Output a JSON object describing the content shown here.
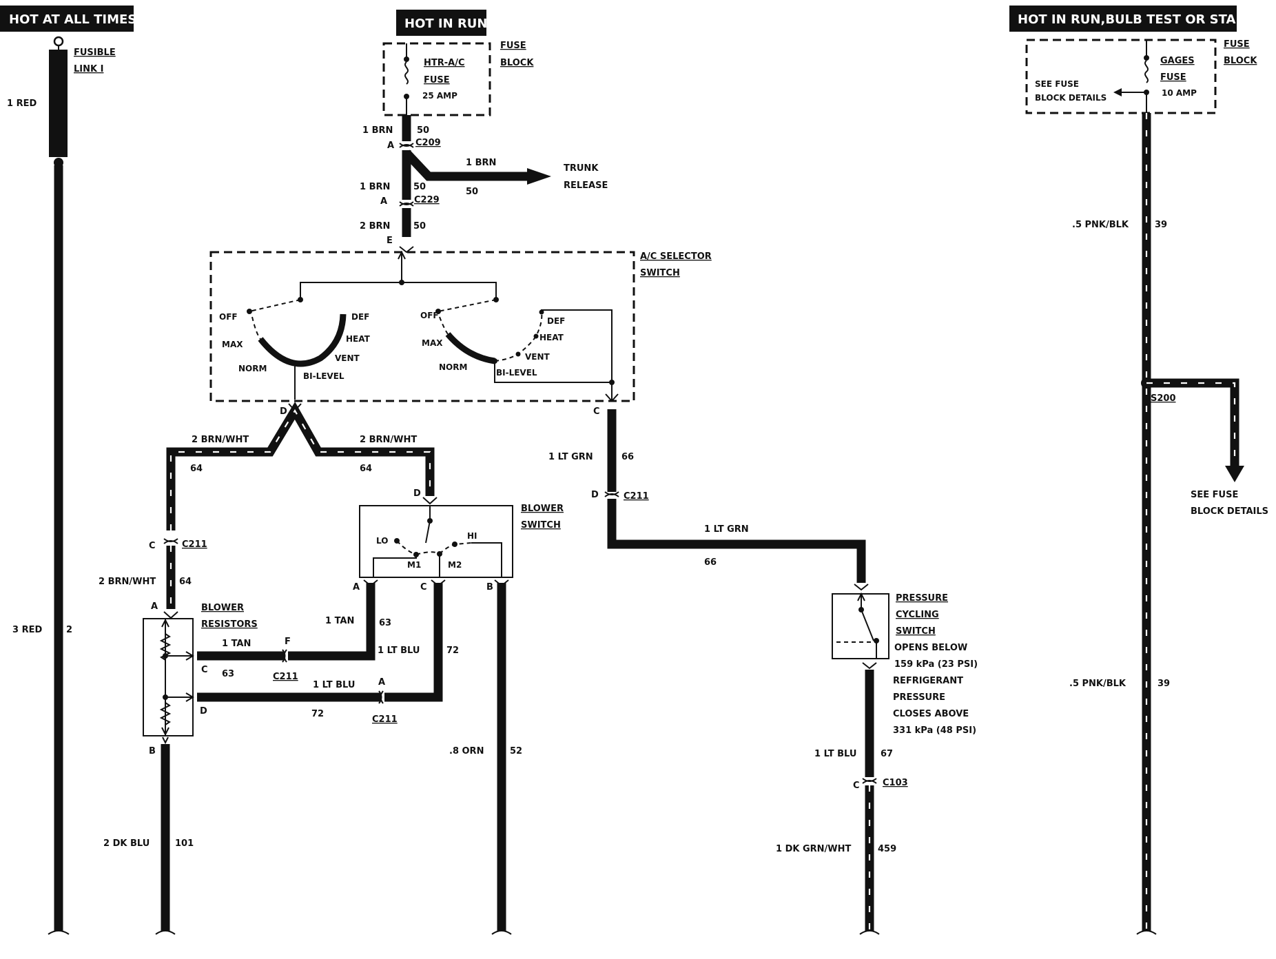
{
  "headers": {
    "hot_at_all_times": "HOT AT ALL TIMES",
    "hot_in_run": "HOT IN RUN",
    "hot_in_run_bulb": "HOT IN RUN,BULB TEST OR START"
  },
  "fusible_link": {
    "line1": "FUSIBLE",
    "line2": "LINK I"
  },
  "left_wire": {
    "top_label": "1 RED",
    "bottom_label": "3 RED",
    "circuit": "2"
  },
  "center_fuse": {
    "name1": "HTR-A/C",
    "name2": "FUSE",
    "rating": "25 AMP",
    "block1": "FUSE",
    "block2": "BLOCK"
  },
  "feed": {
    "w1": "1 BRN",
    "c1": "50",
    "pinA1": "A",
    "conn1": "C209",
    "branch": "1 BRN",
    "branch_circ": "50",
    "trunk1": "TRUNK",
    "trunk2": "RELEASE",
    "w2": "1 BRN",
    "c2": "50",
    "pinA2": "A",
    "conn2": "C229",
    "w3": "2 BRN",
    "c3": "50",
    "pinE": "E"
  },
  "ac_switch": {
    "title1": "A/C SELECTOR",
    "title2": "SWITCH",
    "off": "OFF",
    "max": "MAX",
    "norm": "NORM",
    "bilevel": "BI-LEVEL",
    "vent": "VENT",
    "heat": "HEAT",
    "def": "DEF",
    "pinD": "D",
    "pinC": "C"
  },
  "brnwht": {
    "left": "2 BRN/WHT",
    "left_circ": "64",
    "right": "2 BRN/WHT",
    "right_circ": "64"
  },
  "left_col": {
    "pinC": "C",
    "conn": "C211",
    "wire": "2 BRN/WHT",
    "circ": "64",
    "pinA": "A",
    "res1": "BLOWER",
    "res2": "RESISTORS",
    "pinB": "B",
    "bot_wire": "2 DK BLU",
    "bot_circ": "101"
  },
  "resistor_links": {
    "tan": "1 TAN",
    "pinF": "F",
    "pinC": "C",
    "tan_circ": "63",
    "conn_f": "C211",
    "ltblu": "1 LT BLU",
    "pinA": "A",
    "pinD": "D",
    "ltblu_circ": "72",
    "conn_a": "C211"
  },
  "blower_switch": {
    "title1": "BLOWER",
    "title2": "SWITCH",
    "pinD": "D",
    "lo": "LO",
    "hi": "HI",
    "m1": "M1",
    "m2": "M2",
    "pinA": "A",
    "pinC": "C",
    "pinB": "B"
  },
  "blower_out": {
    "tan": "1 TAN",
    "tan_circ": "63",
    "ltblu": "1 LT BLU",
    "ltblu_circ": "72",
    "orn": ".8 ORN",
    "orn_circ": "52"
  },
  "ltgrn": {
    "w1": "1 LT GRN",
    "c1": "66",
    "pinD": "D",
    "conn": "C211",
    "w2": "1 LT GRN",
    "c2": "66"
  },
  "pressure": {
    "title1": "PRESSURE",
    "title2": "CYCLING",
    "title3": "SWITCH",
    "d1": "OPENS BELOW",
    "d2": "159 kPa (23 PSI)",
    "d3": "REFRIGERANT",
    "d4": "PRESSURE",
    "d5": "CLOSES ABOVE",
    "d6": "331 kPa (48 PSI)"
  },
  "pressure_out": {
    "w1": "1 LT BLU",
    "c1": "67",
    "pinC": "C",
    "conn": "C103",
    "w2": "1 DK GRN/WHT",
    "c2": "459"
  },
  "right_fuse": {
    "see1": "SEE FUSE",
    "see2": "BLOCK DETAILS",
    "name1": "GAGES",
    "name2": "FUSE",
    "rating": "10 AMP",
    "block1": "FUSE",
    "block2": "BLOCK"
  },
  "right_wire": {
    "w1": ".5 PNK/BLK",
    "c1": "39",
    "splice": "S200",
    "w2": ".5 PNK/BLK",
    "c2": "39",
    "see1": "SEE FUSE",
    "see2": "BLOCK DETAILS"
  }
}
